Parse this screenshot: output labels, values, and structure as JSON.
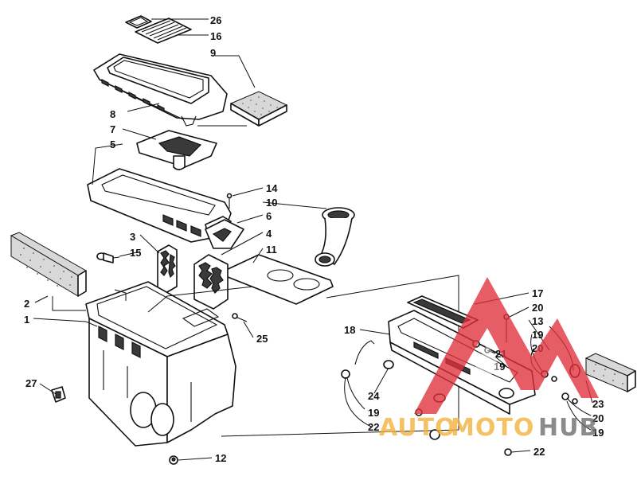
{
  "callouts": {
    "c26": "26",
    "c16": "16",
    "c9": "9",
    "c8": "8",
    "c7": "7",
    "c5": "5",
    "c14": "14",
    "c10": "10",
    "c6": "6",
    "c4": "4",
    "c3": "3",
    "c15": "15",
    "c11": "11",
    "c2": "2",
    "c1": "1",
    "c25": "25",
    "c27": "27",
    "c12": "12",
    "c17": "17",
    "c20a": "20",
    "c13": "13",
    "c19a": "19",
    "c18": "18",
    "c21": "21",
    "c20b": "20",
    "c19b": "19",
    "c24": "24",
    "c19c": "19",
    "c22a": "22",
    "c23": "23",
    "c20c": "20",
    "c19d": "19",
    "c22b": "22"
  },
  "watermark": {
    "part1": "AUTO",
    "part2": "MOTO",
    "part3": "HUB",
    "color_red": "#e0303a",
    "color_orange": "#f2b23a",
    "color_grey": "#6b6b6b"
  }
}
